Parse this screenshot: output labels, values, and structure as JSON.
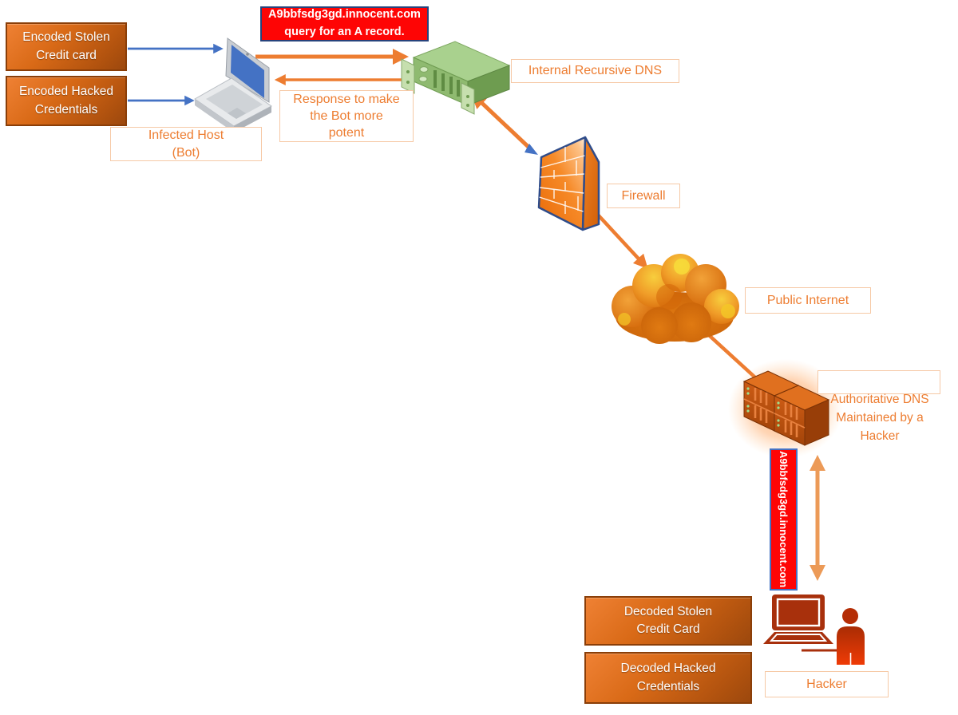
{
  "colors": {
    "accent_orange": "#ED7D31",
    "arrow_blue": "#4472C4",
    "arrow_orange": "#ED7D31",
    "arrow_orange_light": "#EC9A57",
    "banner_red": "#FE0505",
    "banner_border_navy": "#27437C",
    "banner_border_blue": "#4472C4",
    "box_gradient_top": "#EF8134",
    "box_gradient_bottom": "#9C480D",
    "box_border": "#8A3E08",
    "label_border": "#F6C9A6",
    "laptop_screen_blue": "#4472C4",
    "switch_green": "#8FBA70",
    "firewall_orange": "#F07914",
    "firewall_border_navy": "#2F4C8A",
    "hacker_red": "#A8300C"
  },
  "banners": {
    "dns_query": {
      "text": "A9bbfsdg3gd.innocent.com\nquery for an A record."
    },
    "vertical_domain": {
      "text": "A9bbfsdg3gd.innocent.com"
    }
  },
  "boxes": {
    "encoded_stolen": {
      "label": "Encoded Stolen\nCredit card"
    },
    "encoded_hacked": {
      "label": "Encoded Hacked\nCredentials"
    },
    "decoded_stolen": {
      "label": "Decoded Stolen\nCredit Card"
    },
    "decoded_hacked": {
      "label": "Decoded Hacked\nCredentials"
    }
  },
  "labels": {
    "infected_host": {
      "text": "Infected Host\n(Bot)"
    },
    "response": {
      "text": "Response to make\nthe Bot more\npotent"
    },
    "internal_dns": {
      "text": "Internal Recursive DNS"
    },
    "firewall": {
      "text": "Firewall"
    },
    "public_internet": {
      "text": "Public Internet"
    },
    "authoritative_dns": {
      "text": "Authoritative DNS\nMaintained by a\nHacker"
    },
    "hacker": {
      "text": "Hacker"
    }
  },
  "icons": {
    "infected_host": "laptop-icon",
    "internal_dns": "rack-switch-icon",
    "firewall": "brick-wall-icon",
    "public_internet": "cloud-icon",
    "authoritative_dns": "server-stack-icon",
    "hacker_laptop": "laptop-icon",
    "hacker_person": "person-icon"
  }
}
